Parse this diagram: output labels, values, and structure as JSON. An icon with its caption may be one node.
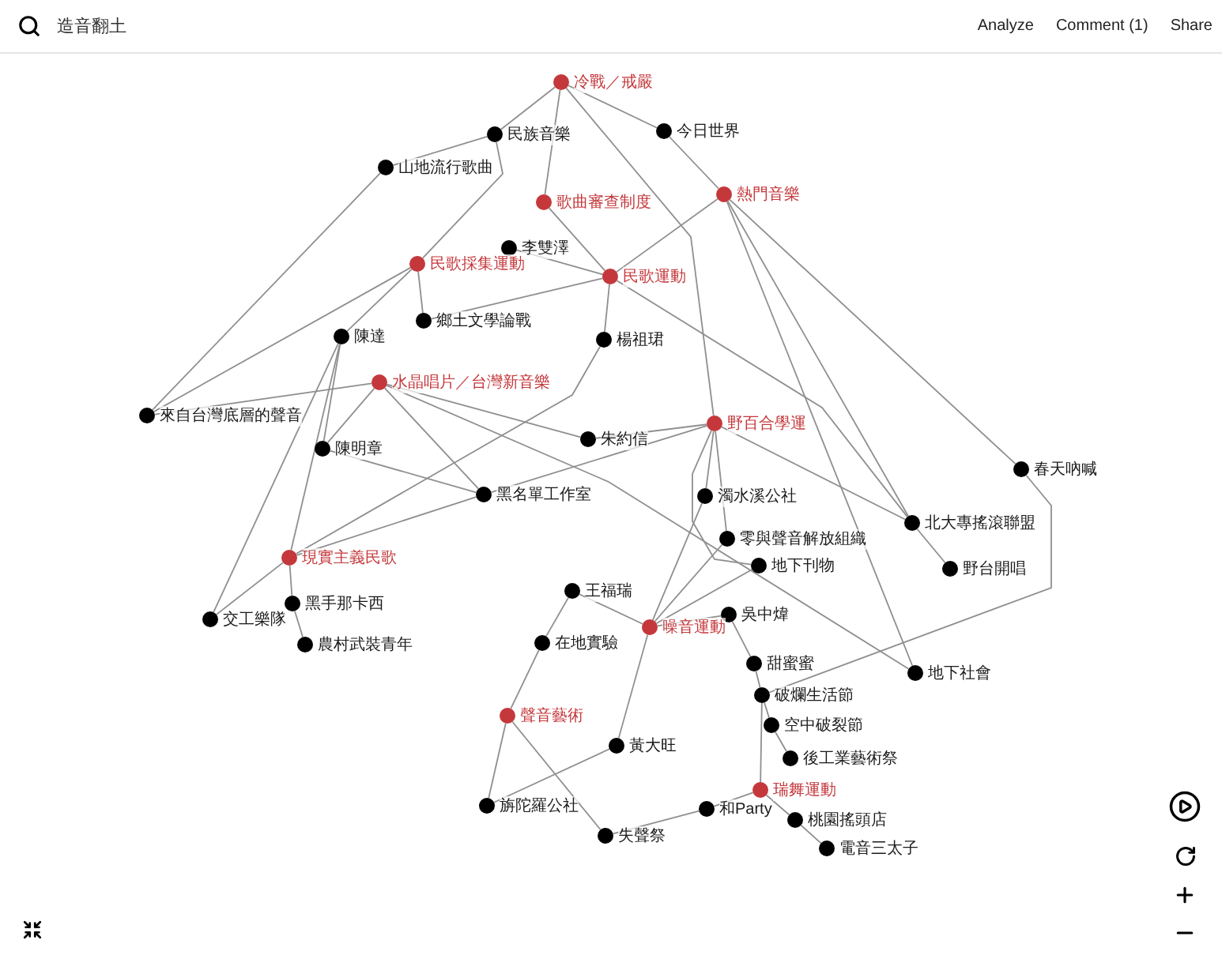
{
  "diagram": {
    "title": "造音翻土",
    "nodes": [
      {
        "text": [
          "冷戰／戒嚴"
        ]
      },
      {
        "text": [
          "民族音樂"
        ]
      },
      {
        "text": [
          "今日世界"
        ]
      },
      {
        "text": [
          "山地流行歌曲"
        ]
      },
      {
        "text": [
          "歌曲審查制度"
        ]
      },
      {
        "text": [
          "熱門音樂"
        ]
      },
      {
        "text": [
          "李雙澤"
        ]
      },
      {
        "text": [
          "民歌採集運動"
        ]
      },
      {
        "text": [
          "民歌運動"
        ]
      },
      {
        "text": [
          "鄉土文學論戰"
        ]
      },
      {
        "text": [
          "陳達"
        ]
      },
      {
        "text": [
          "楊祖珺"
        ]
      },
      {
        "text": [
          "水晶唱片／台灣新音樂"
        ]
      },
      {
        "text": [
          "來自台灣底層的聲音"
        ]
      },
      {
        "text": [
          "朱約信"
        ]
      },
      {
        "text": [
          "野百合學運"
        ]
      },
      {
        "text": [
          "陳明章"
        ]
      },
      {
        "text": [
          "春天吶喊"
        ]
      },
      {
        "text": [
          "黑名單工作室"
        ]
      },
      {
        "text": [
          "濁水溪公社"
        ]
      },
      {
        "text": [
          "北大專搖滾聯盟"
        ]
      },
      {
        "text": [
          "零與聲音解放組織"
        ]
      },
      {
        "text": [
          "現實主義民歌"
        ]
      },
      {
        "text": [
          "地下刊物"
        ]
      },
      {
        "text": [
          "野台開唱"
        ]
      },
      {
        "text": [
          "王福瑞"
        ]
      },
      {
        "text": [
          "黑手那卡西"
        ]
      },
      {
        "text": [
          "吳中煒"
        ]
      },
      {
        "text": [
          "交工樂隊"
        ]
      },
      {
        "text": [
          "噪音運動"
        ]
      },
      {
        "text": [
          "在地實驗"
        ]
      },
      {
        "text": [
          "農村武裝青年"
        ]
      },
      {
        "text": [
          "甜蜜蜜"
        ]
      },
      {
        "text": [
          "地下社會"
        ]
      },
      {
        "text": [
          "破爛生活節"
        ]
      },
      {
        "text": [
          "空中破裂節"
        ]
      },
      {
        "text": [
          "聲音藝術"
        ]
      },
      {
        "text": [
          "後工業藝術祭"
        ]
      },
      {
        "text": [
          "黃大旺"
        ]
      },
      {
        "text": [
          "瑞舞運動"
        ]
      },
      {
        "text": [
          "和Party"
        ]
      },
      {
        "text": [
          "旃陀羅公社"
        ]
      },
      {
        "text": [
          "桃園搖頭店"
        ]
      },
      {
        "text": [
          "失聲祭"
        ]
      },
      {
        "text": [
          "電音三太子"
        ]
      }
    ],
    "edges": [
      {
        "from": 0,
        "to": 1,
        "arrow": "none"
      },
      {
        "from": 0,
        "to": 2,
        "arrow": "none"
      },
      {
        "from": 0,
        "to": 4,
        "arrow": "none"
      },
      {
        "from": 0,
        "to": 15,
        "arrow": "none"
      },
      {
        "from": 2,
        "to": 5,
        "arrow": "none"
      },
      {
        "from": 1,
        "to": 3,
        "arrow": "none"
      },
      {
        "from": 1,
        "to": 7,
        "arrow": "none"
      },
      {
        "from": 3,
        "to": 13,
        "arrow": "none"
      },
      {
        "from": 4,
        "to": 8,
        "arrow": "none"
      },
      {
        "from": 6,
        "to": 8,
        "arrow": "none"
      },
      {
        "from": 7,
        "to": 13,
        "arrow": "none"
      },
      {
        "from": 7,
        "to": 9,
        "arrow": "none"
      },
      {
        "from": 7,
        "to": 10,
        "arrow": "none"
      },
      {
        "from": 8,
        "to": 9,
        "arrow": "none"
      },
      {
        "from": 8,
        "to": 11,
        "arrow": "none"
      },
      {
        "from": 8,
        "to": 5,
        "arrow": "none"
      },
      {
        "from": 8,
        "to": 20,
        "arrow": "none"
      },
      {
        "from": 5,
        "to": 33,
        "arrow": "none"
      },
      {
        "from": 5,
        "to": 20,
        "arrow": "none"
      },
      {
        "from": 5,
        "to": 17,
        "arrow": "none"
      },
      {
        "from": 10,
        "to": 28,
        "arrow": "none"
      },
      {
        "from": 10,
        "to": 16,
        "arrow": "none"
      },
      {
        "from": 10,
        "to": 22,
        "arrow": "none"
      },
      {
        "from": 12,
        "to": 13,
        "arrow": "none"
      },
      {
        "from": 12,
        "to": 16,
        "arrow": "none"
      },
      {
        "from": 12,
        "to": 18,
        "arrow": "none"
      },
      {
        "from": 12,
        "to": 14,
        "arrow": "none"
      },
      {
        "from": 12,
        "to": 33,
        "arrow": "none"
      },
      {
        "from": 16,
        "to": 18,
        "arrow": "none"
      },
      {
        "from": 18,
        "to": 22,
        "arrow": "none"
      },
      {
        "from": 18,
        "to": 15,
        "arrow": "none"
      },
      {
        "from": 14,
        "to": 15,
        "arrow": "none"
      },
      {
        "from": 11,
        "to": 22,
        "arrow": "none"
      },
      {
        "from": 22,
        "to": 28,
        "arrow": "none"
      },
      {
        "from": 22,
        "to": 26,
        "arrow": "none"
      },
      {
        "from": 26,
        "to": 31,
        "arrow": "none"
      },
      {
        "from": 15,
        "to": 19,
        "arrow": "none"
      },
      {
        "from": 15,
        "to": 21,
        "arrow": "none"
      },
      {
        "from": 15,
        "to": 23,
        "arrow": "none"
      },
      {
        "from": 15,
        "to": 20,
        "arrow": "none"
      },
      {
        "from": 20,
        "to": 24,
        "arrow": "none"
      },
      {
        "from": 17,
        "to": 34,
        "arrow": "none"
      },
      {
        "from": 29,
        "to": 19,
        "arrow": "none"
      },
      {
        "from": 29,
        "to": 21,
        "arrow": "none"
      },
      {
        "from": 29,
        "to": 23,
        "arrow": "none"
      },
      {
        "from": 29,
        "to": 27,
        "arrow": "none"
      },
      {
        "from": 29,
        "to": 25,
        "arrow": "none"
      },
      {
        "from": 29,
        "to": 38,
        "arrow": "none"
      },
      {
        "from": 27,
        "to": 32,
        "arrow": "none"
      },
      {
        "from": 32,
        "to": 34,
        "arrow": "none"
      },
      {
        "from": 34,
        "to": 35,
        "arrow": "none"
      },
      {
        "from": 35,
        "to": 37,
        "arrow": "none"
      },
      {
        "from": 34,
        "to": 39,
        "arrow": "none"
      },
      {
        "from": 25,
        "to": 30,
        "arrow": "none"
      },
      {
        "from": 30,
        "to": 36,
        "arrow": "none"
      },
      {
        "from": 36,
        "to": 41,
        "arrow": "none"
      },
      {
        "from": 36,
        "to": 43,
        "arrow": "none"
      },
      {
        "from": 38,
        "to": 41,
        "arrow": "none"
      },
      {
        "from": 43,
        "to": 40,
        "arrow": "none"
      },
      {
        "from": 40,
        "to": 39,
        "arrow": "none"
      },
      {
        "from": 39,
        "to": 42,
        "arrow": "none"
      },
      {
        "from": 42,
        "to": 44,
        "arrow": "none"
      }
    ],
    "labels": [
      "Analyze",
      "Comment (1)",
      "Share"
    ]
  }
}
